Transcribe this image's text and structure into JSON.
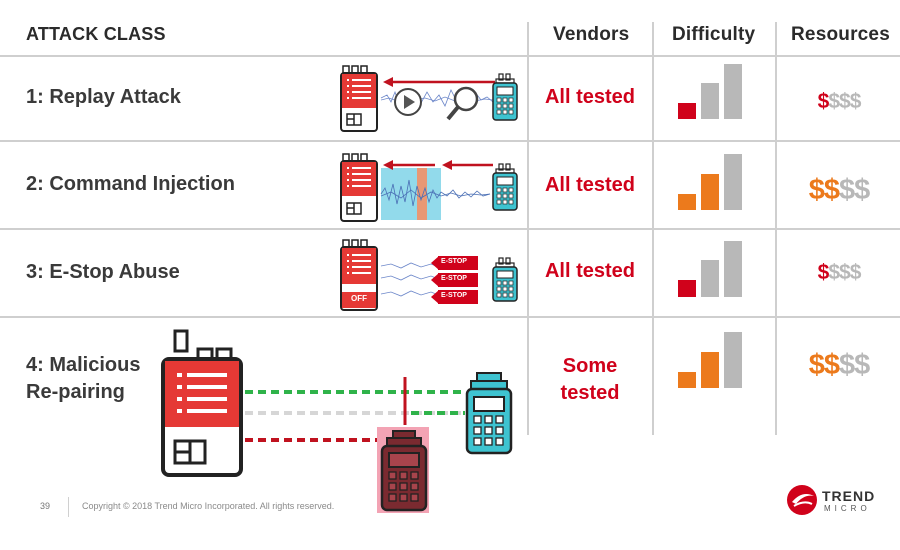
{
  "headers": {
    "attack_class": "ATTACK CLASS",
    "vendors": "Vendors",
    "difficulty": "Difficulty",
    "resources": "Resources"
  },
  "rows": [
    {
      "label": "1: Replay Attack",
      "vendors": "All tested",
      "difficulty_level": 1,
      "resources_level": 1
    },
    {
      "label": "2: Command Injection",
      "vendors": "All tested",
      "difficulty_level": 2,
      "resources_level": 2
    },
    {
      "label": "3: E-Stop Abuse",
      "vendors": "All tested",
      "difficulty_level": 1,
      "resources_level": 1
    },
    {
      "label_line1": "4: Malicious",
      "label_line2": "Re-pairing",
      "vendors_line1": "Some",
      "vendors_line2": "tested",
      "difficulty_level": 2,
      "resources_level": 2
    }
  ],
  "estop": {
    "label": "E-STOP",
    "off_label": "OFF"
  },
  "resource_symbol": "$",
  "footer": {
    "page_number": "39",
    "copyright": "Copyright © 2018 Trend Micro Incorporated. All rights reserved."
  },
  "logo": {
    "line1": "TREND",
    "line2": "MICRO"
  },
  "colors": {
    "red": "#d0021b",
    "orange": "#ec7a1c",
    "gray": "#b8b8b8",
    "grid": "#cfcfcf",
    "teal": "#3ec3d0",
    "green": "#2fb34a"
  }
}
